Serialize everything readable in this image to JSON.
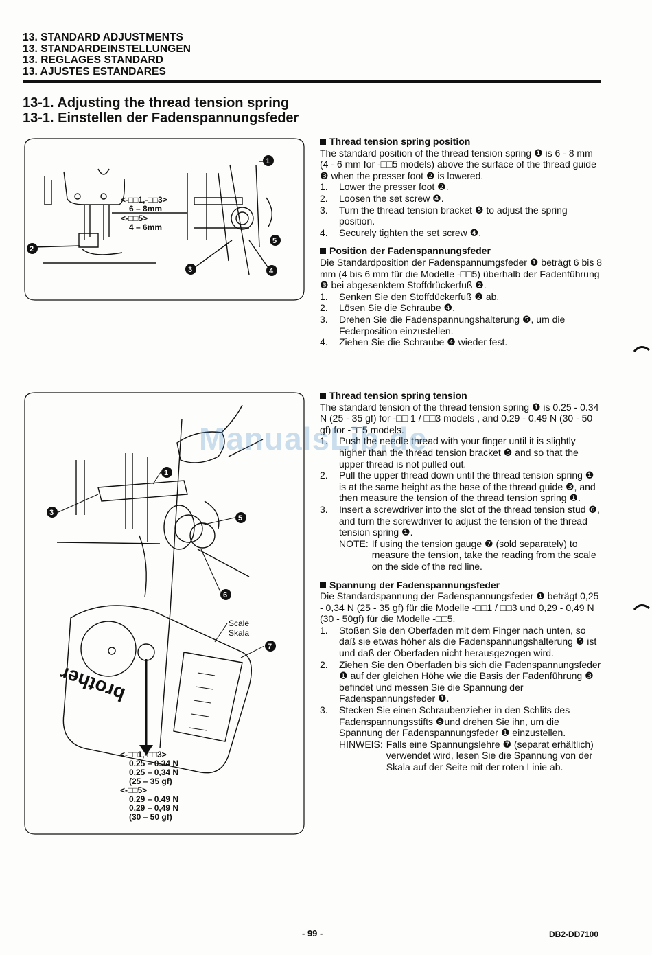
{
  "header": {
    "lines": [
      "13. STANDARD ADJUSTMENTS",
      "13. STANDARDEINSTELLUNGEN",
      "13. REGLAGES STANDARD",
      "13. AJUSTES ESTANDARES"
    ]
  },
  "section_title": {
    "lines": [
      "13-1. Adjusting the thread tension spring",
      "13-1. Einstellen der Fadenspannungsfeder"
    ]
  },
  "figure1": {
    "labels": {
      "models_a": "<-□□1,-□□3>",
      "dim_a": "6 – 8mm",
      "models_b": "<-□□5>",
      "dim_b": "4 – 6mm"
    }
  },
  "figure2": {
    "scale_en": "Scale",
    "scale_de": "Skala",
    "brand": "brother",
    "models_a": "<-□□1,-□□3>",
    "val_a1": "0.25 – 0.34 N",
    "val_a2": "0,25 – 0,34 N",
    "val_a3": "(25 – 35 gf)",
    "models_b": "<-□□5>",
    "val_b1": "0.29 – 0.49 N",
    "val_b2": "0,29 – 0,49 N",
    "val_b3": "(30 – 50 gf)"
  },
  "en_position": {
    "heading": "Thread tension spring position",
    "intro": "The standard position of the thread tension spring ❶ is 6 - 8 mm (4 - 6 mm for -□□5 models) above the surface of the thread guide ❸ when the presser foot ❷ is lowered.",
    "steps": [
      "Lower the presser foot ❷.",
      "Loosen the set screw ❹.",
      "Turn the thread tension bracket ❺ to adjust the spring position.",
      "Securely tighten the set screw ❹."
    ]
  },
  "de_position": {
    "heading": "Position der Fadenspannungsfeder",
    "intro": "Die Standardposition der Fadenspannumgsfeder ❶ beträgt 6 bis 8 mm (4 bis 6 mm für die Modelle -□□5) überhalb der Fadenführung ❸ bei abgesenktem Stoffdrückerfuß ❷.",
    "steps": [
      "Senken Sie den Stoffdückerfuß ❷ ab.",
      "Lösen Sie die Schraube ❹.",
      "Drehen Sie die Fadenspannungshalterung ❺, um die Federposition einzustellen.",
      "Ziehen Sie die Schraube ❹ wieder fest."
    ]
  },
  "en_tension": {
    "heading": "Thread tension spring tension",
    "intro": "The standard tension of the thread tension spring ❶ is 0.25 - 0.34 N (25 - 35 gf) for -□□ 1 / □□3 models , and 0.29 - 0.49 N (30 - 50 gf) for -□□5 models.",
    "steps": [
      "Push the needle thread with your finger until it is slightly higher than the thread tension bracket ❺ and so that the upper thread is not pulled out.",
      "Pull the upper thread down until the thread tension spring ❶ is at the same height as the base of the thread guide ❸, and then measure the tension of the thread tension spring ❶.",
      "Insert a screwdriver into the slot of the thread tension stud ❻, and turn the screwdriver to adjust the tension of the thread tension spring ❶."
    ],
    "note_key": "NOTE:",
    "note_text": "If using the tension gauge ❼ (sold separately) to measure the tension, take the reading from the scale on the side of the red line."
  },
  "de_tension": {
    "heading": "Spannung der Fadenspannungsfeder",
    "intro": "Die Standardspannung der Fadenspannungsfeder ❶ beträgt 0,25 - 0,34 N (25 - 35 gf) für die Modelle -□□1 / □□3 und 0,29 - 0,49 N (30 - 50gf) für die Modelle -□□5.",
    "steps": [
      "Stoßen Sie den Oberfaden mit dem Finger nach unten, so daß sie etwas höher als die Fadenspannungshalterung ❺ ist und daß der Oberfaden nicht herausgezogen wird.",
      "Ziehen Sie den Oberfaden bis sich die Fadenspannungsfeder ❶ auf der gleichen Höhe wie die Basis der Fadenführung ❸ befindet und messen Sie die Spannung der Fadenspannungsfeder ❶.",
      "Stecken Sie einen Schraubenzieher in den Schlits des Fadenspannungsstifts ❻und drehen Sie ihn, um die Spannung der Fadenspannungsfeder ❶ einzustellen."
    ],
    "note_key": "HINWEIS:",
    "note_text": "Falls eine Spannungslehre ❼ (separat erhältlich) verwendet wird, lesen Sie die Spannung von der Skala auf der Seite mit der roten Linie ab."
  },
  "watermark": "ManualsLib.de",
  "footer": {
    "page": "- 99 -",
    "code": "DB2-DD7100"
  }
}
